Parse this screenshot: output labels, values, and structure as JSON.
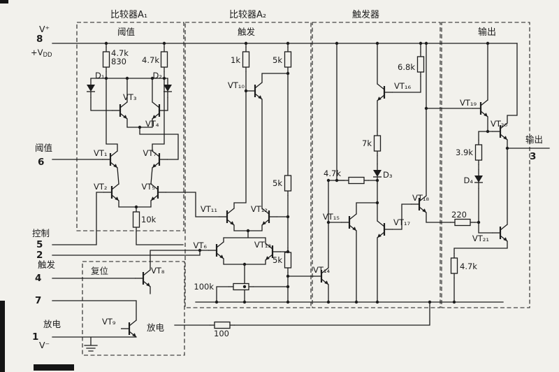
{
  "sections": {
    "a1_title": "比较器A₁",
    "a2_title": "比较器A₂",
    "ff_title": "触发器",
    "out_title": "输出",
    "a1_inner": "阈值",
    "a2_inner": "触发",
    "reset_inner": "复位",
    "discharge_inner": "放电"
  },
  "pins": {
    "vplus": "V⁺",
    "p8": "8",
    "vdd_base": "+V",
    "vdd_sub": "DD",
    "threshold": "阈值",
    "p6": "6",
    "control": "控制",
    "p5": "5",
    "p2": "2",
    "trigger": "触发",
    "p4": "4",
    "p7": "7",
    "discharge": "放电",
    "p1": "1",
    "vminus": "V⁻",
    "output": "输出",
    "p3": "3"
  },
  "resistors": {
    "a1_left_top": "4.7k",
    "a1_left_bottom": "830",
    "a1_right": "4.7k",
    "a1_tail": "10k",
    "a2_1k": "1k",
    "a2_5k_top": "5k",
    "a2_5k_mid": "5k",
    "a2_5k_low": "5k",
    "a2_100k": "100k",
    "ff_6k8": "6.8k",
    "ff_7k": "7k",
    "ff_4k7": "4.7k",
    "out_3k9": "3.9k",
    "out_220": "220",
    "out_4k7": "4.7k",
    "dis_100": "100"
  },
  "transistors": {
    "vt1": "VT₁",
    "vt2": "VT₂",
    "vt3": "VT₃",
    "vt4": "VT₄",
    "vt5": "VT₅",
    "vt6": "VT₆",
    "vt7": "VT₇",
    "vt8": "VT₈",
    "vt9": "VT₉",
    "vt10": "VT₁₀",
    "vt11": "VT₁₁",
    "vt12": "VT₁₂",
    "vt13": "VT₁₃",
    "vt14": "VT₁₄",
    "vt15": "VT₁₅",
    "vt16": "VT₁₆",
    "vt17": "VT₁₇",
    "vt18": "VT₁₈",
    "vt19": "VT₁₉",
    "vt20": "VT₂₀",
    "vt21": "VT₂₁"
  },
  "diodes": {
    "d1": "D₁",
    "d2": "D₂",
    "d3": "D₃",
    "d4": "D₄"
  },
  "colors": {
    "ink": "#1c1c1c",
    "paper": "#f2f1ec"
  }
}
